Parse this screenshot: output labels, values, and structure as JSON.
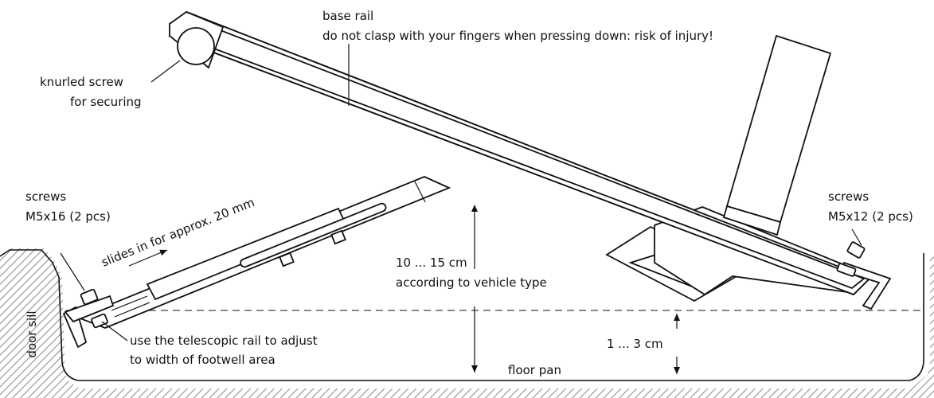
{
  "labels": {
    "base_rail": "base rail",
    "warning": "do not clasp with your fingers when pressing down: risk of injury!",
    "knurled_line1": "knurled screw",
    "knurled_line2": "for securing",
    "screws_left_line1": "screws",
    "screws_left_line2": "M5x16 (2 pcs)",
    "screws_right_line1": "screws",
    "screws_right_line2": "M5x12 (2 pcs)",
    "slides": "slides in for approx. 20 mm",
    "height_line1": "10 ... 15 cm",
    "height_line2": "according to vehicle type",
    "telescopic_line1": "use the telescopic rail to adjust",
    "telescopic_line2": "to width of footwell area",
    "gap": "1 ... 3 cm",
    "floor_pan": "floor pan",
    "door_sill": "door sill"
  },
  "colors": {
    "line": "#111111",
    "dashed_reference": "#888888",
    "hatch": "#999999",
    "background": "#ffffff"
  }
}
